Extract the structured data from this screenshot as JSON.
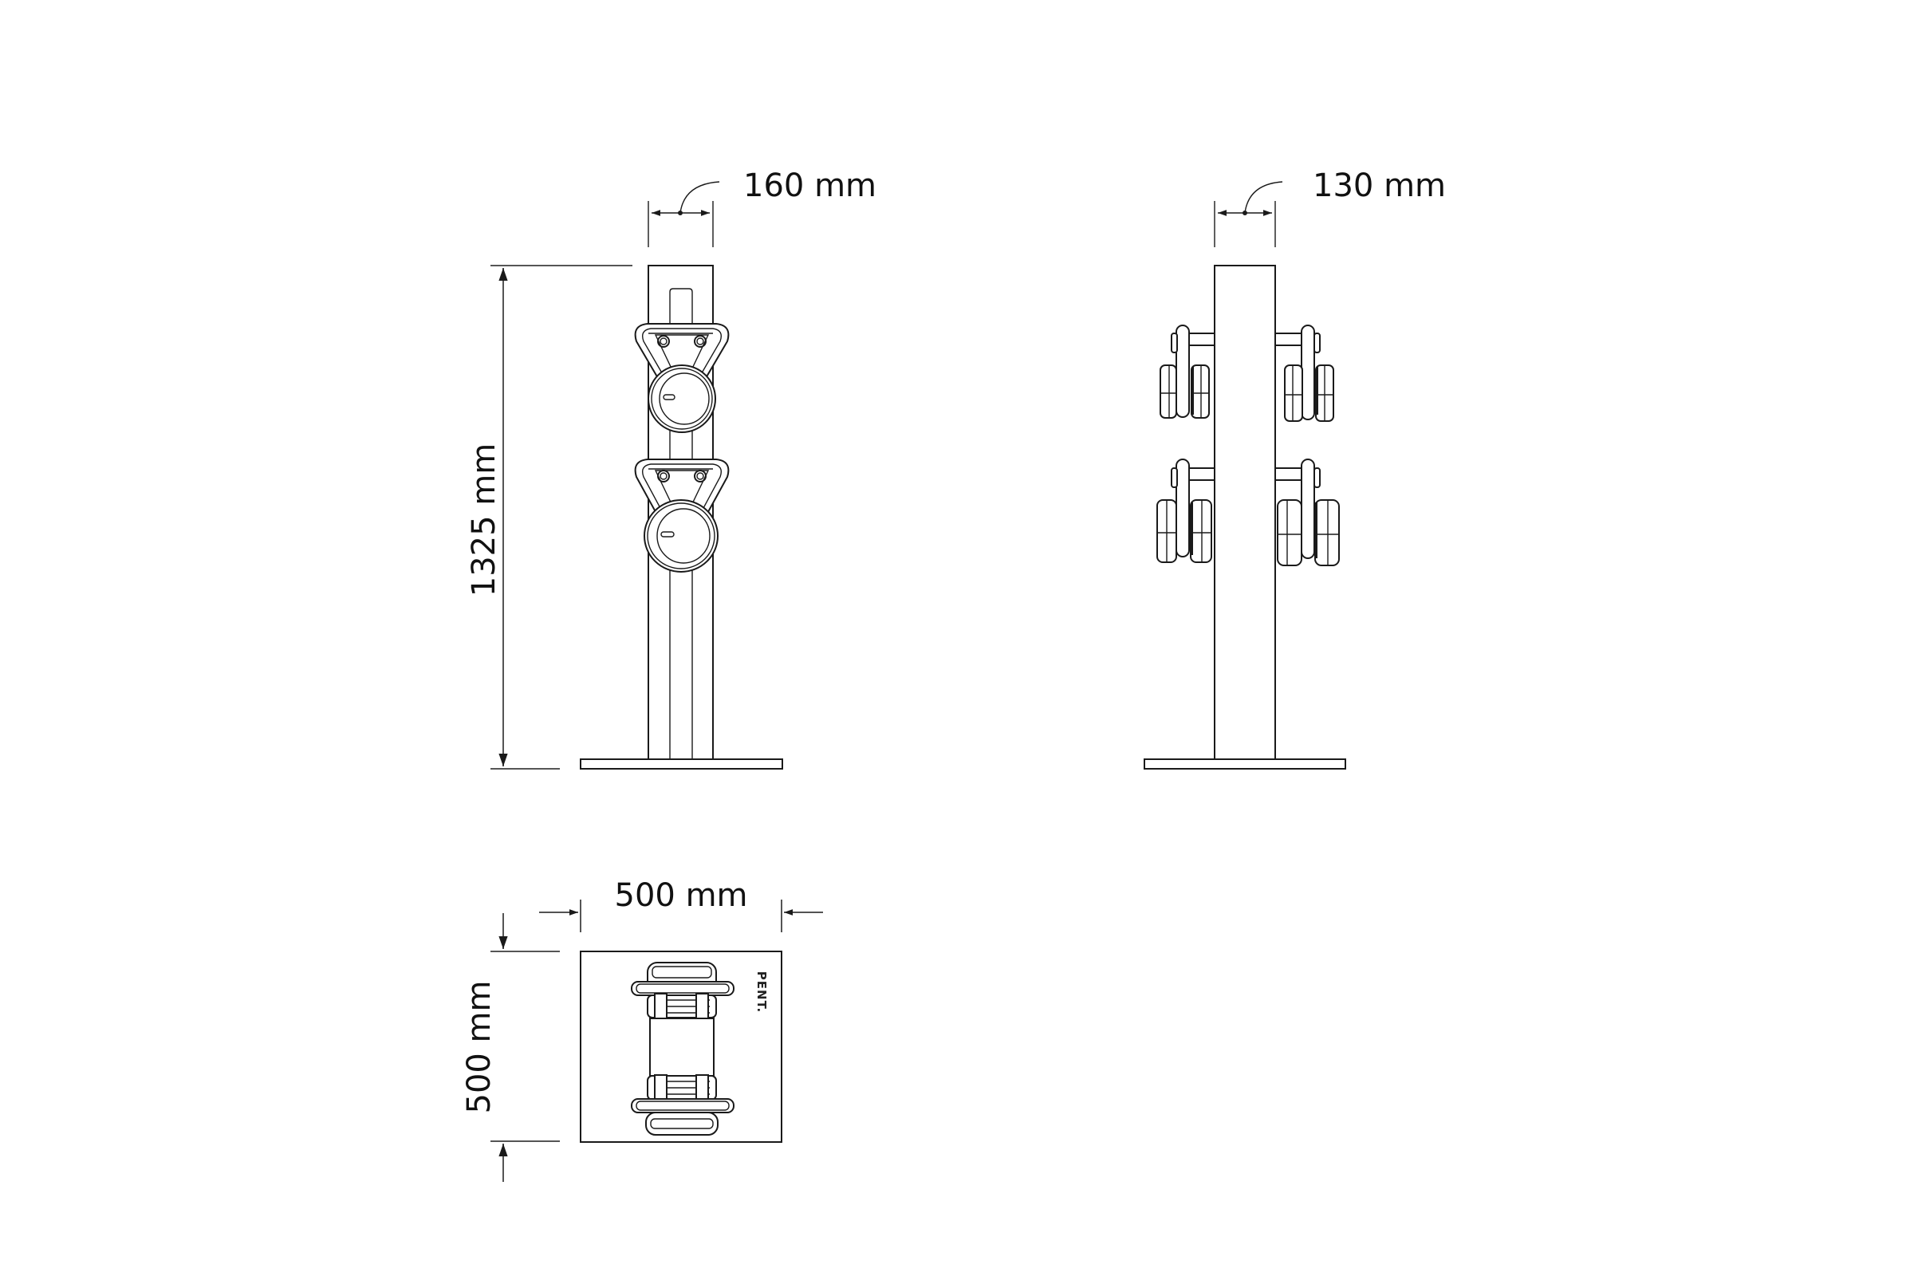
{
  "drawing": {
    "type": "technical-dimension-drawing",
    "subject": "kettlebell storage post",
    "views": [
      {
        "name": "front-view",
        "kettlebells": 2
      },
      {
        "name": "side-view",
        "kettlebells": 4
      },
      {
        "name": "top-view",
        "kettlebells": 2
      }
    ]
  },
  "dimensions": {
    "front_post_width": "160 mm",
    "front_height": "1325 mm",
    "side_post_width": "130 mm",
    "top_width": "500 mm",
    "top_depth": "500 mm"
  },
  "logo": {
    "text": "PENT."
  },
  "colors": {
    "line": "#1a1a1a",
    "dimension_line": "#555555",
    "background": "#ffffff"
  }
}
